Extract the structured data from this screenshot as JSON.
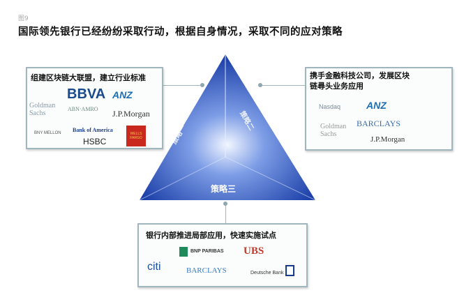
{
  "figure_label": "图9",
  "title": "国际领先银行已经纷纷采取行动，根据自身情况，采取不同的应对策略",
  "triangle": {
    "left": "策略一",
    "right": "策略二",
    "bottom": "策略三"
  },
  "left_box": {
    "heading": "组建区块链大联盟，建立行业标准",
    "logos": [
      "BBVA",
      "ANZ",
      "Goldman Sachs",
      "ABN·AMRO",
      "J.P.Morgan",
      "BNY MELLON",
      "Bank of America",
      "HSBC",
      "WELLS FARGO"
    ]
  },
  "right_box": {
    "heading_line1": "携手金融科技公司，发展区块",
    "heading_line2": "链尋头业务应用",
    "logos": [
      "Nasdaq",
      "ANZ",
      "Goldman Sachs",
      "BARCLAYS",
      "J.P.Morgan"
    ]
  },
  "bottom_box": {
    "heading": "银行内部推进局部应用，快速实施试点",
    "logos": [
      "BNP PARIBAS",
      "UBS",
      "citi",
      "BARCLAYS",
      "Deutsche Bank"
    ]
  }
}
